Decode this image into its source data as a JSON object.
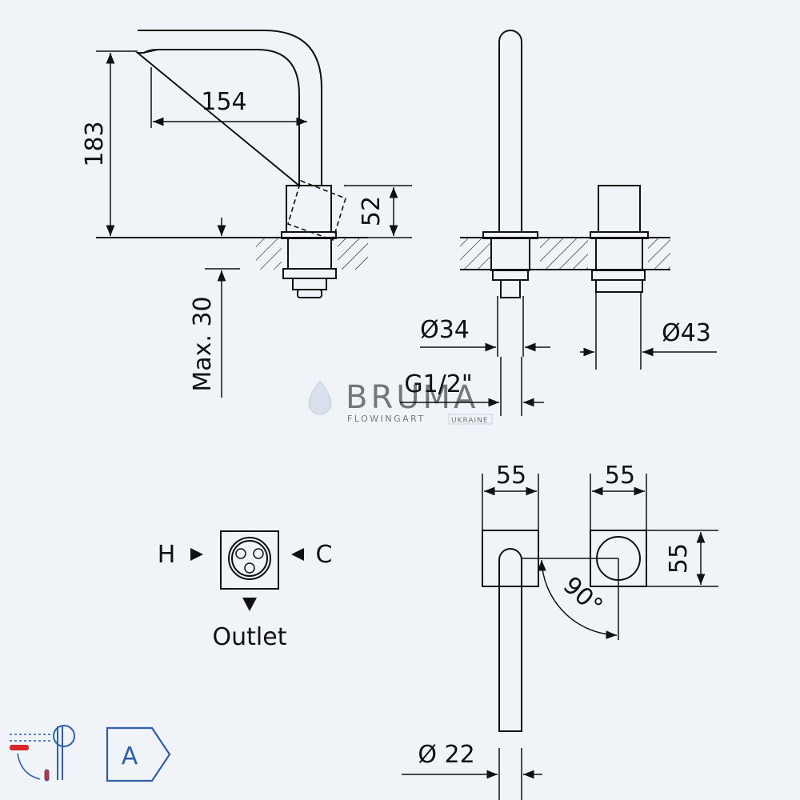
{
  "dimensions": {
    "height_183": "183",
    "reach_154": "154",
    "body_52": "52",
    "max_30": "Max. 30",
    "dia_34": "Ø34",
    "thread": "G1/2\"",
    "dia_43": "Ø43",
    "width_55_a": "55",
    "width_55_b": "55",
    "height_55": "55",
    "angle_90": "90°",
    "dia_22": "Ø 22"
  },
  "connection_diagram": {
    "hot_label": "H",
    "cold_label": "C",
    "outlet_label": "Outlet"
  },
  "watermark": {
    "brand": "BRUMA",
    "tagline": "FLOWINGART",
    "tag_box": "UKRAINE"
  },
  "energy_badge": {
    "label": "A"
  },
  "colors": {
    "background": "#f0f3f7",
    "line": "#111111",
    "badge_blue": "#2f5fa8",
    "icon_red": "#d62828",
    "watermark": "#9fb2c7"
  },
  "icons": [
    "mixer-eco-icon",
    "energy-class-badge"
  ]
}
